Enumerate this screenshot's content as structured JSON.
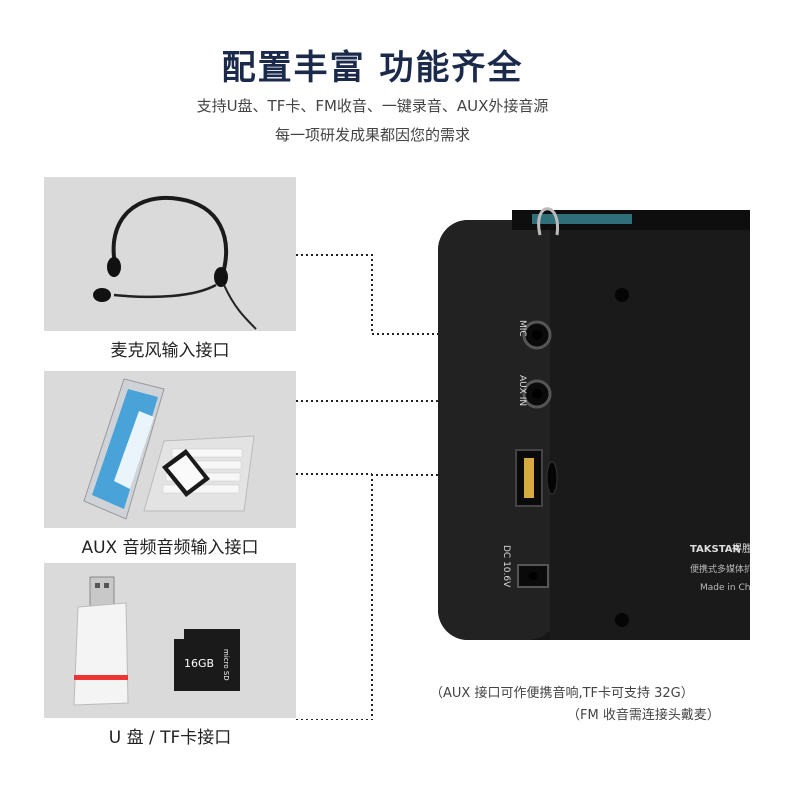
{
  "header": {
    "title": "配置丰富 功能齐全",
    "subtitle_line1": "支持U盘、TF卡、FM收音、一键录音、AUX外接音源",
    "subtitle_line2": "每一项研发成果都因您的需求"
  },
  "panels": [
    {
      "caption": "麦克风输入接口",
      "icon": "headset-microphone"
    },
    {
      "caption": "AUX 音频音频输入接口",
      "icon": "laptop-and-phone"
    },
    {
      "caption": "U 盘 / TF卡接口",
      "icon": "usb-drive-and-microsd-card"
    }
  ],
  "device": {
    "port_labels": {
      "mic": "MIC",
      "aux": "AUX IN",
      "dc": "DC 10.6V"
    },
    "brand": "TAKSTAR",
    "brand_cn": "得胜",
    "model_text": "便携式多媒体扩音器",
    "made_in": "Made in China",
    "sd_card_text": "16GB",
    "sd_card_brand": "micro SD"
  },
  "notes": {
    "line1": "（AUX 接口可作便携音响,TF卡可支持 32G）",
    "line2": "（FM 收音需连接头戴麦）"
  },
  "colors": {
    "title": "#1b2a4a",
    "panel_bg": "#dadada",
    "device_body": "#1a1a1a",
    "connector": "#222222"
  }
}
